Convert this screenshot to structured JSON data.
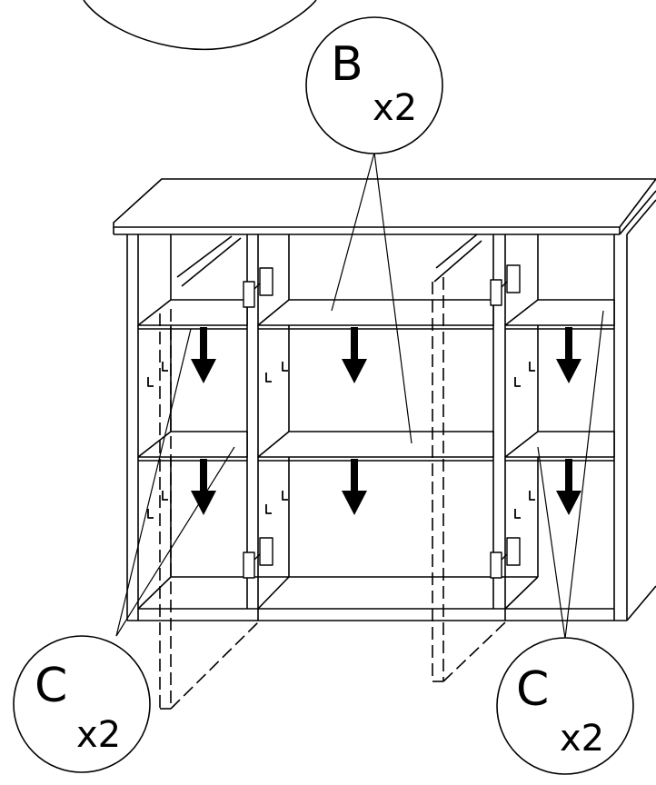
{
  "callouts": {
    "b": {
      "letter": "B",
      "qty": "x2"
    },
    "c_left": {
      "letter": "C",
      "qty": "x2"
    },
    "c_right": {
      "letter": "C",
      "qty": "x2"
    }
  },
  "colors": {
    "stroke": "#000000",
    "background": "#ffffff",
    "arrow": "#000000"
  },
  "arrows": {
    "count": 6,
    "direction": "down"
  }
}
